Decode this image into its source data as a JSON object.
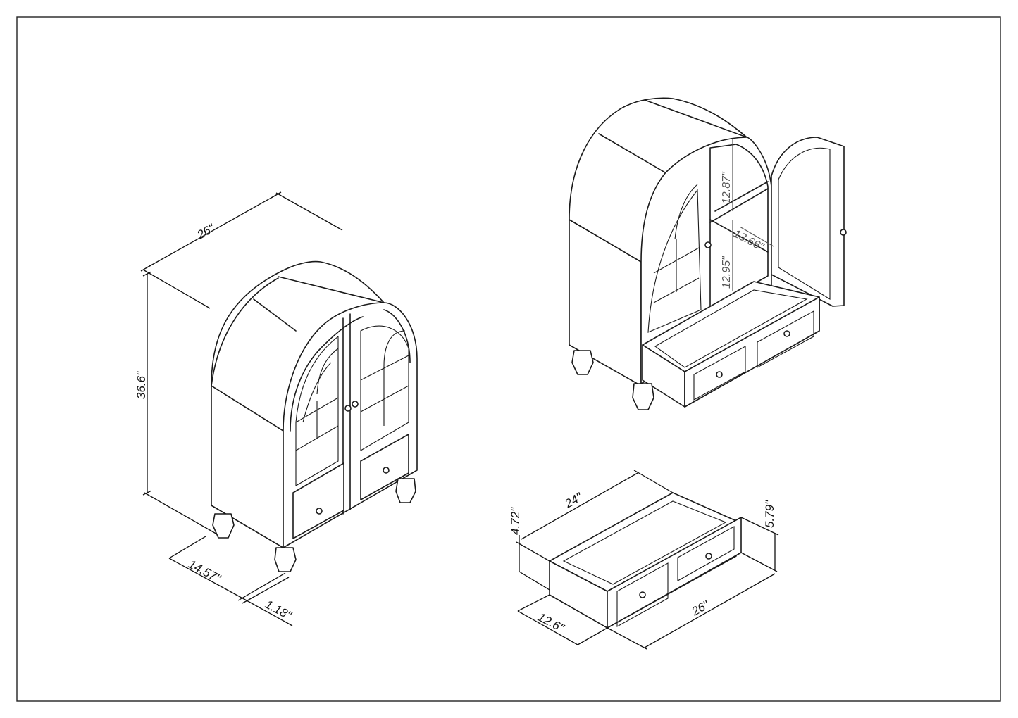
{
  "dimensions": {
    "cabinet_width": "26\"",
    "cabinet_height": "36.6\"",
    "cabinet_depth": "14.57\"",
    "door_offset": "1.18\"",
    "shelf_upper": "12.87\"",
    "shelf_middle": "13.66\"",
    "shelf_lower": "12.95\"",
    "drawer_inner_width": "24\"",
    "drawer_inner_height": "4.72\"",
    "drawer_outer_height": "5.79\"",
    "drawer_outer_width": "26\"",
    "drawer_depth": "12.6\""
  },
  "colors": {
    "line": "#1a1a1a",
    "background": "#ffffff",
    "secondary": "#555555"
  }
}
